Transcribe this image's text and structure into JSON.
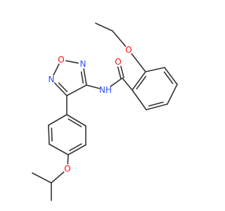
{
  "molecule": {
    "colors": {
      "bond": "#333333",
      "oxygen": "#ff0d0d",
      "nitrogen": "#3050f8",
      "background": "#ffffff"
    },
    "atoms": [
      {
        "id": "o_ethoxy",
        "symbol": "O",
        "color_key": "oxygen"
      },
      {
        "id": "o_carbonyl",
        "symbol": "O",
        "color_key": "oxygen"
      },
      {
        "id": "n_amide",
        "symbol": "NH",
        "color_key": "nitrogen"
      },
      {
        "id": "n3_ring",
        "symbol": "N",
        "color_key": "nitrogen"
      },
      {
        "id": "o_ring",
        "symbol": "O",
        "color_key": "oxygen"
      },
      {
        "id": "n5_ring",
        "symbol": "N",
        "color_key": "nitrogen"
      },
      {
        "id": "o_isopropoxy",
        "symbol": "O",
        "color_key": "oxygen"
      }
    ]
  }
}
